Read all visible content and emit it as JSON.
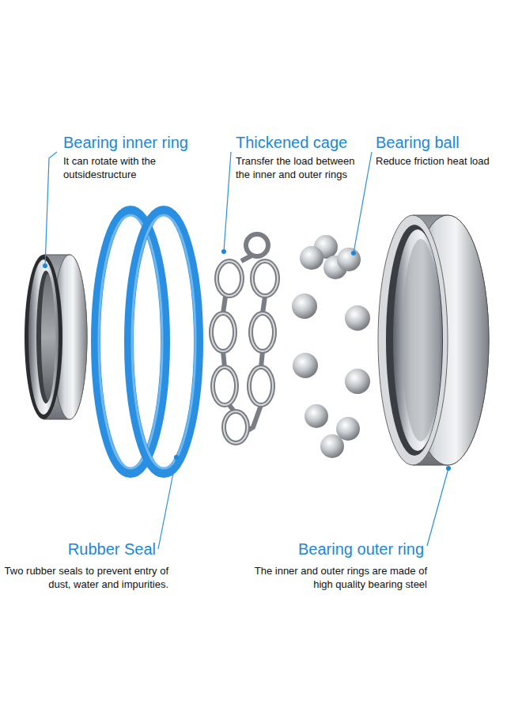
{
  "diagram": {
    "labels": [
      "Bearing inner ring",
      "It can rotate with the outsidestructure",
      "Thickened cage",
      "Transfer the load between the inner and outer rings",
      "Bearing ball",
      "Reduce friction heat load",
      "Rubber Seal",
      "Two rubber seals to prevent entry of dust, water and impurities.",
      "Bearing outer ring",
      "The inner and outer rings are made of high quality bearing steel"
    ]
  }
}
